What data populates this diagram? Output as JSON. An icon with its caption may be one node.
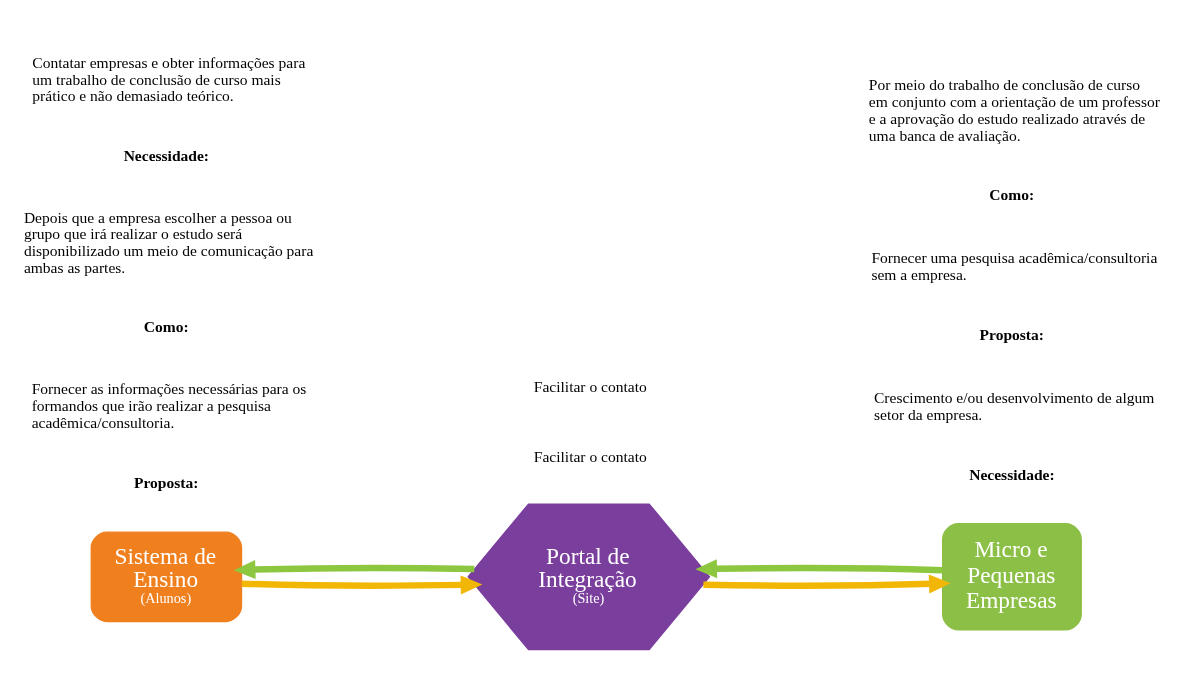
{
  "diagram": {
    "nodes": [
      {
        "text": [
          "Sistema de Ensino",
          "(Alunos)"
        ]
      },
      {
        "text": [
          "Portal de Integração",
          "(Site)"
        ]
      },
      {
        "text": [
          "Micro e Pequenas Empresas"
        ]
      }
    ],
    "edges": [
      {
        "from": 1,
        "to": 0,
        "arrow": "to",
        "color": "#8dc63f"
      },
      {
        "from": 2,
        "to": 1,
        "arrow": "to",
        "color": "#8dc63f"
      },
      {
        "from": 0,
        "to": 1,
        "arrow": "to",
        "color": "#f2b705"
      },
      {
        "from": 1,
        "to": 2,
        "arrow": "to",
        "color": "#f2b705"
      }
    ],
    "labels": [
      "Proposta:",
      "Fornecer as informações necessárias para os formandos que irão realizar a pesquisa acadêmica/consultoria.",
      "Como:",
      "Depois que a empresa escolher a pessoa ou grupo que irá realizar o estudo será disponibilizado um meio de comunicação para ambas as partes.",
      "Facilitar o contato",
      "Necessidade:",
      "Crescimento e/ou desenvolvimento de algum setor da empresa.",
      "Necessidade:",
      "Contatar empresas e obter informações para um trabalho de conclusão de curso mais prático e não demasiado teórico.",
      "Facilitar o contato",
      "Proposta:",
      "Fornecer uma pesquisa acadêmica/consultoria sem a empresa.",
      "Como:",
      "Por meio do trabalho de conclusão de curso em conjunto com a orientação de um professor e a aprovação do estudo realizado através de uma banca de avaliação."
    ]
  }
}
